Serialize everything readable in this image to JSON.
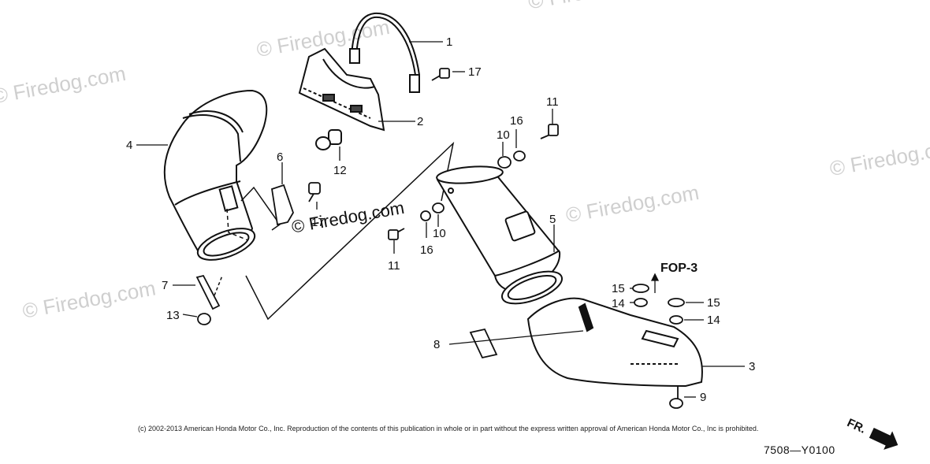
{
  "watermark": {
    "text": "© Firedog.com",
    "center_text": "© Firedog.com"
  },
  "parts": {
    "p1": "1",
    "p2": "2",
    "p3": "3",
    "p4": "4",
    "p5": "5",
    "p6": "6",
    "p7": "7",
    "p8": "8",
    "p9": "9",
    "p10a": "10",
    "p10b": "10",
    "p11a": "11",
    "p11b": "11",
    "p12": "12",
    "p13": "13",
    "p14a": "14",
    "p14b": "14",
    "p15a": "15",
    "p15b": "15",
    "p16a": "16",
    "p16b": "16",
    "p17a": "17",
    "p17b": "17"
  },
  "reference": "FOP-3",
  "front_marker": "FR.",
  "copyright": "(c) 2002-2013 American Honda Motor Co., Inc. Reproduction of the contents of this publication in whole or in part without the express written approval of American Honda Motor Co., Inc is prohibited.",
  "diagram_code": "7508—Y0100"
}
